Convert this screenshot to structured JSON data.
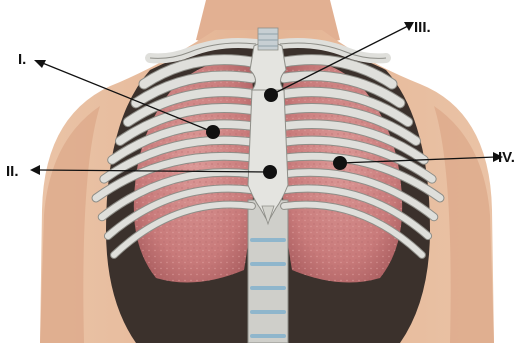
{
  "diagram": {
    "labels": [
      {
        "id": "I",
        "text": "I."
      },
      {
        "id": "II",
        "text": "II."
      },
      {
        "id": "III",
        "text": "III."
      },
      {
        "id": "IV",
        "text": "IV."
      }
    ],
    "colors": {
      "skin": "#e7b999",
      "skin_shadow": "#cf9a79",
      "cavity": "#3b312c",
      "lung": "#cf8585",
      "lung_dark": "#b56767",
      "bone": "#dfdfdb",
      "bone_edge": "#8e8e88",
      "cartilage": "#c7cfd3",
      "disc": "#8fb6cc",
      "marker": "#111111",
      "text": "#111111"
    }
  }
}
